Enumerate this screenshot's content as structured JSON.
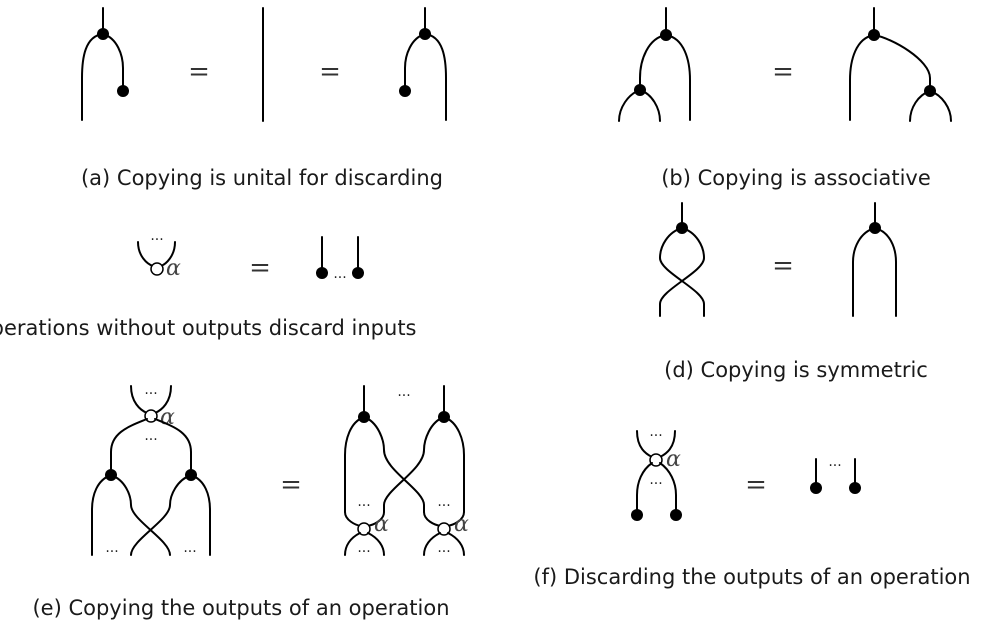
{
  "figure": {
    "captions": {
      "a": "(a) Copying is unital for discarding",
      "b": "(b) Copying is associative",
      "c": "(c) Operations without outputs discard inputs",
      "d": "(d) Copying is symmetric",
      "e": "(e) Copying the outputs of an operation",
      "f": "(f) Discarding the outputs of an operation"
    },
    "symbols": {
      "equals": "=",
      "ellipsis": "...",
      "operation": "α"
    }
  }
}
